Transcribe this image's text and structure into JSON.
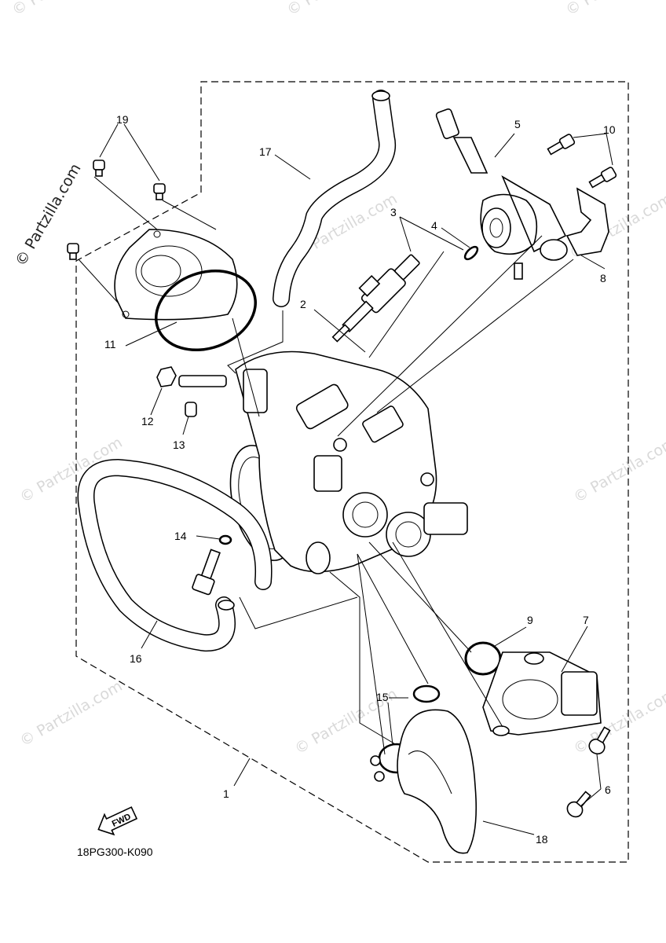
{
  "watermark": {
    "main": "© Partzilla.com",
    "repeat": "© Partzilla.com"
  },
  "diagram_code": "18PG300-K090",
  "fwd_label": "FWD",
  "callouts": [
    {
      "id": "1",
      "label": "1"
    },
    {
      "id": "2",
      "label": "2"
    },
    {
      "id": "3",
      "label": "3"
    },
    {
      "id": "4",
      "label": "4"
    },
    {
      "id": "5",
      "label": "5"
    },
    {
      "id": "6",
      "label": "6"
    },
    {
      "id": "7",
      "label": "7"
    },
    {
      "id": "8",
      "label": "8"
    },
    {
      "id": "9",
      "label": "9"
    },
    {
      "id": "10",
      "label": "10"
    },
    {
      "id": "11",
      "label": "11"
    },
    {
      "id": "12",
      "label": "12"
    },
    {
      "id": "13",
      "label": "13"
    },
    {
      "id": "14",
      "label": "14"
    },
    {
      "id": "15",
      "label": "15"
    },
    {
      "id": "16",
      "label": "16"
    },
    {
      "id": "17",
      "label": "17"
    },
    {
      "id": "18",
      "label": "18"
    },
    {
      "id": "19",
      "label": "19"
    }
  ]
}
